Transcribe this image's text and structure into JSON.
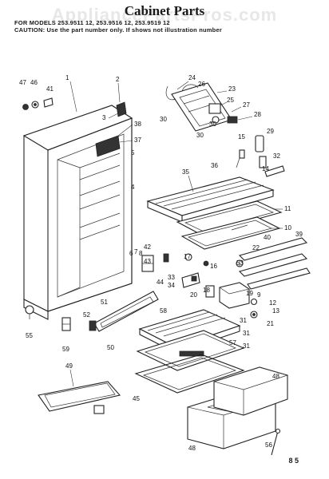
{
  "page": {
    "title": "Cabinet Parts",
    "header_line1": "FOR MODELS 253.9511 12, 253.9516 12, 253.9519 12",
    "header_line2": "CAUTION: Use the part number only. If shows not illustration number",
    "watermark": "AppliancePartsPros.com",
    "page_number": "8 5"
  },
  "callouts": [
    "1",
    "2",
    "3",
    "4",
    "5",
    "6",
    "7",
    "8",
    "9",
    "10",
    "11",
    "12",
    "13",
    "14",
    "15",
    "16",
    "17",
    "18",
    "19",
    "20",
    "21",
    "22",
    "23",
    "24",
    "25",
    "26",
    "27",
    "28",
    "29",
    "30",
    "30",
    "30",
    "31",
    "31",
    "31",
    "32",
    "33",
    "34",
    "35",
    "36",
    "37",
    "38",
    "39",
    "40",
    "41",
    "42",
    "43",
    "44",
    "45",
    "46",
    "47",
    "48",
    "48",
    "49",
    "50",
    "51",
    "52",
    "53",
    "55",
    "56",
    "57",
    "58",
    "59"
  ]
}
